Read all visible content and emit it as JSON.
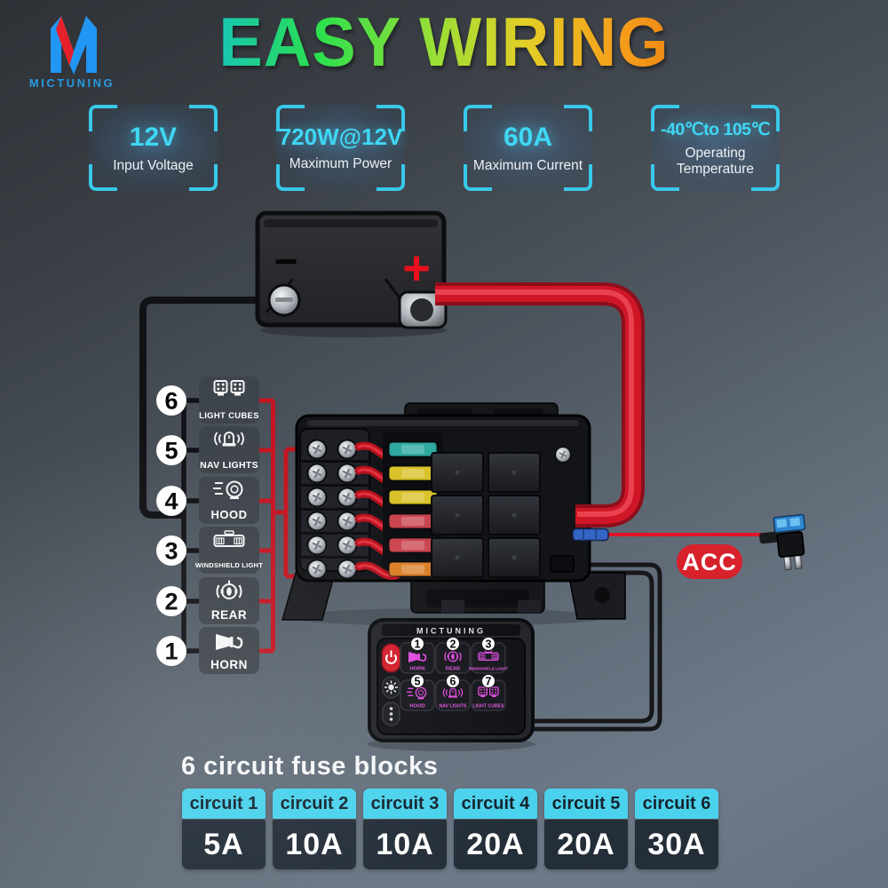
{
  "brand": {
    "name": "MICTUNING"
  },
  "title": "EASY WIRING",
  "specs": [
    {
      "value": "12V",
      "label": "Input Voltage"
    },
    {
      "value": "720W@12V",
      "label": "Maximum Power"
    },
    {
      "value": "60A",
      "label": "Maximum Current"
    },
    {
      "value": "-40℃to 105℃",
      "label": "Operating Temperature"
    }
  ],
  "battery": {
    "positive": "+",
    "negative": "−"
  },
  "circuits": [
    {
      "number": "6",
      "label": "LIGHT CUBES",
      "icon": "light-cubes-icon"
    },
    {
      "number": "5",
      "label": "NAV LIGHTS",
      "icon": "nav-lights-icon"
    },
    {
      "number": "4",
      "label": "HOOD",
      "icon": "hood-light-icon"
    },
    {
      "number": "3",
      "label": "WINDSHIELD LIGHT",
      "icon": "windshield-light-icon"
    },
    {
      "number": "2",
      "label": "REAR",
      "icon": "rear-light-icon"
    },
    {
      "number": "1",
      "label": "HORN",
      "icon": "horn-icon"
    }
  ],
  "acc_label": "ACC",
  "switch_panel": {
    "brand": "MICTUNING",
    "side_buttons": [
      "power-icon",
      "brightness-icon",
      "more-dots-icon"
    ],
    "buttons": [
      {
        "number": "1",
        "label": "HORN",
        "icon": "horn-icon"
      },
      {
        "number": "2",
        "label": "REAR",
        "icon": "rear-light-icon"
      },
      {
        "number": "3",
        "label": "WINDSHIELD LIGHT",
        "icon": "windshield-light-icon"
      },
      {
        "number": "5",
        "label": "HOOD",
        "icon": "hood-light-icon"
      },
      {
        "number": "6",
        "label": "NAV LIGHTS",
        "icon": "nav-lights-icon"
      },
      {
        "number": "7",
        "label": "LIGHT CUBES",
        "icon": "light-cubes-icon"
      }
    ]
  },
  "fuse_table": {
    "title": "6 circuit fuse blocks",
    "columns": [
      {
        "header": "circuit 1",
        "amp": "5A"
      },
      {
        "header": "circuit 2",
        "amp": "10A"
      },
      {
        "header": "circuit 3",
        "amp": "10A"
      },
      {
        "header": "circuit 4",
        "amp": "20A"
      },
      {
        "header": "circuit 5",
        "amp": "20A"
      },
      {
        "header": "circuit 6",
        "amp": "30A"
      }
    ]
  },
  "colors": {
    "accent_cyan": "#3fd7f4",
    "table_header_cyan": "#4ad2ec",
    "wire_red": "#cf1627",
    "wire_black": "#131417",
    "acc_badge_red": "#d7212b",
    "panel_icon_magenta": "#df4ce0",
    "logo_blue": "#2799e0",
    "fuse_colors": [
      "#2fa8a0",
      "#d9c22b",
      "#d9c22b",
      "#c94450",
      "#c94450",
      "#d97e28"
    ]
  }
}
